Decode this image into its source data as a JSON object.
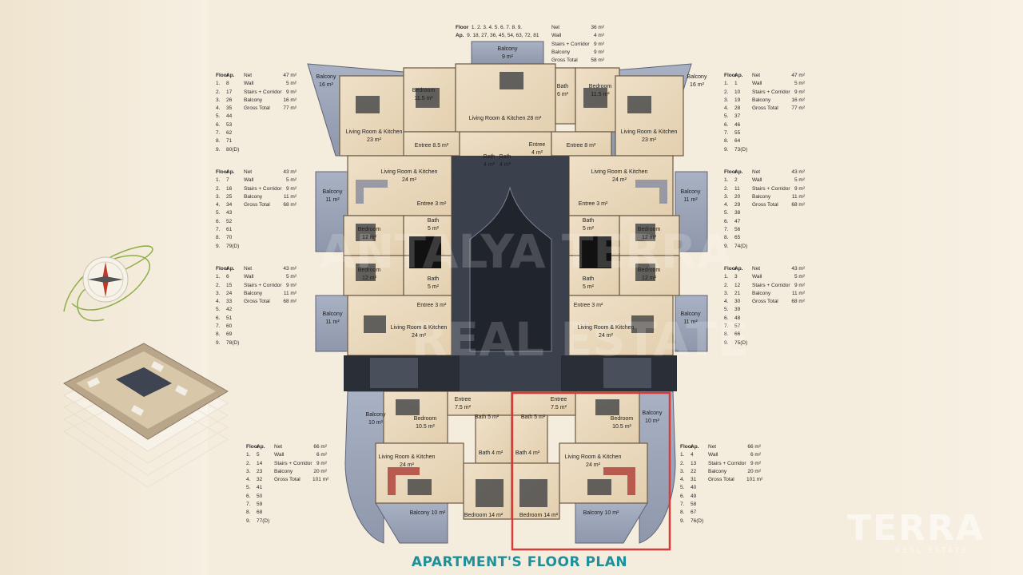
{
  "title": "APARTMENT'S FLOOR PLAN",
  "logo": {
    "main": "TERRA",
    "sub": "REAL ESTATE"
  },
  "watermark": [
    "ANTALYA TERRA",
    "REAL ESTATE"
  ],
  "top_block": {
    "floor_label": "Floor",
    "floors": "1. 2. 3. 4. 5. 6. 7. 8. 9.",
    "ap_label": "Ap.",
    "aps": "9. 18, 27, 36, 45, 54, 63, 72, 81",
    "rows": [
      {
        "k": "Net",
        "v": "36 m²"
      },
      {
        "k": "Wall",
        "v": "4 m²"
      },
      {
        "k": "Stairs + Corridor",
        "v": "9 m²"
      },
      {
        "k": "Balcony",
        "v": "9 m²"
      },
      {
        "k": "Gross Total",
        "v": "58 m²"
      }
    ]
  },
  "tables": [
    {
      "id": "tl1",
      "floors": [
        "1.",
        "2.",
        "3.",
        "4.",
        "5.",
        "6.",
        "7.",
        "8.",
        "9."
      ],
      "aps": [
        "8",
        "17",
        "26",
        "35",
        "44",
        "53",
        "62",
        "71",
        "80(D)"
      ],
      "keys": [
        "Net",
        "Wall",
        "Stairs + Corridor",
        "Balcony",
        "Gross Total"
      ],
      "vals": [
        "47 m²",
        "5 m²",
        "9 m²",
        "16 m²",
        "77 m²"
      ]
    },
    {
      "id": "tl2",
      "floors": [
        "1.",
        "2.",
        "3.",
        "4.",
        "5.",
        "6.",
        "7.",
        "8.",
        "9."
      ],
      "aps": [
        "7",
        "16",
        "25",
        "34",
        "43",
        "52",
        "61",
        "70",
        "79(D)"
      ],
      "keys": [
        "Net",
        "Wall",
        "Stairs + Corridor",
        "Balcony",
        "Gross Total"
      ],
      "vals": [
        "43 m²",
        "5 m²",
        "9 m²",
        "11 m²",
        "68 m²"
      ]
    },
    {
      "id": "tl3",
      "floors": [
        "1.",
        "2.",
        "3.",
        "4.",
        "5.",
        "6.",
        "7.",
        "8.",
        "9."
      ],
      "aps": [
        "6",
        "15",
        "24",
        "33",
        "42",
        "51",
        "60",
        "69",
        "78(D)"
      ],
      "keys": [
        "Net",
        "Wall",
        "Stairs + Corridor",
        "Balcony",
        "Gross Total"
      ],
      "vals": [
        "43 m²",
        "5 m²",
        "9 m²",
        "11 m²",
        "68 m²"
      ]
    },
    {
      "id": "tl4",
      "floors": [
        "1.",
        "2.",
        "3.",
        "4.",
        "5.",
        "6.",
        "7.",
        "8.",
        "9."
      ],
      "aps": [
        "5",
        "14",
        "23",
        "32",
        "41",
        "50",
        "59",
        "68",
        "77(D)"
      ],
      "keys": [
        "Net",
        "Wall",
        "Stairs + Corridor",
        "Balcony",
        "Gross Total"
      ],
      "vals": [
        "66 m²",
        "6 m²",
        "9 m²",
        "20 m²",
        "101 m²"
      ]
    },
    {
      "id": "tr1",
      "floors": [
        "1.",
        "2.",
        "3.",
        "4.",
        "5.",
        "6.",
        "7.",
        "8.",
        "9."
      ],
      "aps": [
        "1",
        "10",
        "19",
        "28",
        "37",
        "46",
        "55",
        "64",
        "73(D)"
      ],
      "keys": [
        "Net",
        "Wall",
        "Stairs + Corridor",
        "Balcony",
        "Gross Total"
      ],
      "vals": [
        "47 m²",
        "5 m²",
        "9 m²",
        "16 m²",
        "77 m²"
      ]
    },
    {
      "id": "tr2",
      "floors": [
        "1.",
        "2.",
        "3.",
        "4.",
        "5.",
        "6.",
        "7.",
        "8.",
        "9."
      ],
      "aps": [
        "2",
        "11",
        "20",
        "29",
        "38",
        "47",
        "56",
        "65",
        "74(D)"
      ],
      "keys": [
        "Net",
        "Wall",
        "Stairs + Corridor",
        "Balcony",
        "Gross Total"
      ],
      "vals": [
        "43 m²",
        "5 m²",
        "9 m²",
        "11 m²",
        "68 m²"
      ]
    },
    {
      "id": "tr3",
      "floors": [
        "1.",
        "2.",
        "3.",
        "4.",
        "5.",
        "6.",
        "7.",
        "8.",
        "9."
      ],
      "aps": [
        "3",
        "12",
        "21",
        "30",
        "39",
        "48",
        "57",
        "66",
        "75(D)"
      ],
      "keys": [
        "Net",
        "Wall",
        "Stairs + Corridor",
        "Balcony",
        "Gross Total"
      ],
      "vals": [
        "43 m²",
        "5 m²",
        "9 m²",
        "11 m²",
        "68 m²"
      ]
    },
    {
      "id": "tr4",
      "floors": [
        "1.",
        "2.",
        "3.",
        "4.",
        "5.",
        "6.",
        "7.",
        "8.",
        "9."
      ],
      "aps": [
        "4",
        "13",
        "22",
        "31",
        "40",
        "49",
        "58",
        "67",
        "76(D)"
      ],
      "keys": [
        "Net",
        "Wall",
        "Stairs + Corridor",
        "Balcony",
        "Gross Total"
      ],
      "vals": [
        "66 m²",
        "6 m²",
        "9 m²",
        "20 m²",
        "101 m²"
      ]
    }
  ],
  "rooms": {
    "balcony_top": "Balcony",
    "balcony_top_a": "9 m²",
    "balcony_tl": "Balcony",
    "balcony_tl_a": "16 m²",
    "balcony_tr": "Balcony",
    "balcony_tr_a": "16 m²",
    "bedroom_tl": "Bedroom",
    "bedroom_tl_a": "11.5 m²",
    "bedroom_tr": "Bedroom",
    "bedroom_tr_a": "11.5 m²",
    "bath_top": "Bath",
    "bath_top_a": "6 m²",
    "living_top": "Living Room & Kitchen 28 m²",
    "living_tl": "Living Room & Kitchen",
    "living_tl_a": "23 m²",
    "living_tr": "Living Room & Kitchen",
    "living_tr_a": "23 m²",
    "entree_top_l": "Entree 8.5 m²",
    "entree_top_m": "Entree",
    "entree_top_m_a": "4 m²",
    "entree_top_r": "Entree 8 m²",
    "bath_top_l": "Bath",
    "bath_top_l_a": "4 m²",
    "bath_top_r": "Bath",
    "bath_top_r_a": "4 m²",
    "living_ml1": "Living Room & Kitchen",
    "living_ml1_a": "24 m²",
    "living_mr1": "Living Room & Kitchen",
    "living_mr1_a": "24 m²",
    "entree_ml1": "Entree 3 m²",
    "entree_mr1": "Entree 3 m²",
    "balcony_ml1": "Balcony",
    "balcony_ml1_a": "11 m²",
    "balcony_mr1": "Balcony",
    "balcony_mr1_a": "11 m²",
    "bedroom_ml1": "Bedroom",
    "bedroom_ml1_a": "12 m²",
    "bedroom_mr1": "Bedroom",
    "bedroom_mr1_a": "12 m²",
    "bath_ml1": "Bath",
    "bath_ml1_a": "5 m²",
    "bath_mr1": "Bath",
    "bath_mr1_a": "5 m²",
    "bedroom_ml2": "Bedroom",
    "bedroom_ml2_a": "12 m²",
    "bedroom_mr2": "Bedroom",
    "bedroom_mr2_a": "12 m²",
    "bath_ml2": "Bath",
    "bath_ml2_a": "5 m²",
    "bath_mr2": "Bath",
    "bath_mr2_a": "5 m²",
    "entree_ml2": "Entree 3 m²",
    "entree_mr2": "Entree 3 m²",
    "balcony_ml2": "Balcony",
    "balcony_ml2_a": "11 m²",
    "balcony_mr2": "Balcony",
    "balcony_mr2_a": "11 m²",
    "living_ml2": "Living Room & Kitchen",
    "living_ml2_a": "24 m²",
    "living_mr2": "Living Room & Kitchen",
    "living_mr2_a": "24 m²",
    "balcony_bl": "Balcony",
    "balcony_bl_a": "10 m²",
    "balcony_br": "Balcony",
    "balcony_br_a": "10 m²",
    "bedroom_bl": "Bedroom",
    "bedroom_bl_a": "10.5 m²",
    "bedroom_br": "Bedroom",
    "bedroom_br_a": "10.5 m²",
    "entree_bl": "Entree",
    "entree_bl_a": "7.5 m²",
    "entree_br": "Entree",
    "entree_br_a": "7.5 m²",
    "bath_bl1": "Bath 5 m²",
    "bath_br1": "Bath 5 m²",
    "bath_bl2": "Bath 4 m²",
    "bath_br2": "Bath 4 m²",
    "living_bl": "Living Room & Kitchen",
    "living_bl_a": "24 m²",
    "living_br": "Living Room & Kitchen",
    "living_br_a": "24 m²",
    "balcony_bl2": "Balcony 10 m²",
    "balcony_br2": "Balcony 10 m²",
    "bedroom_bl2": "Bedroom 14 m²",
    "bedroom_br2": "Bedroom 14 m²"
  },
  "colors": {
    "accent": "#1f8f99",
    "highlight": "#d93a3a",
    "core": "#3a3f4c"
  }
}
